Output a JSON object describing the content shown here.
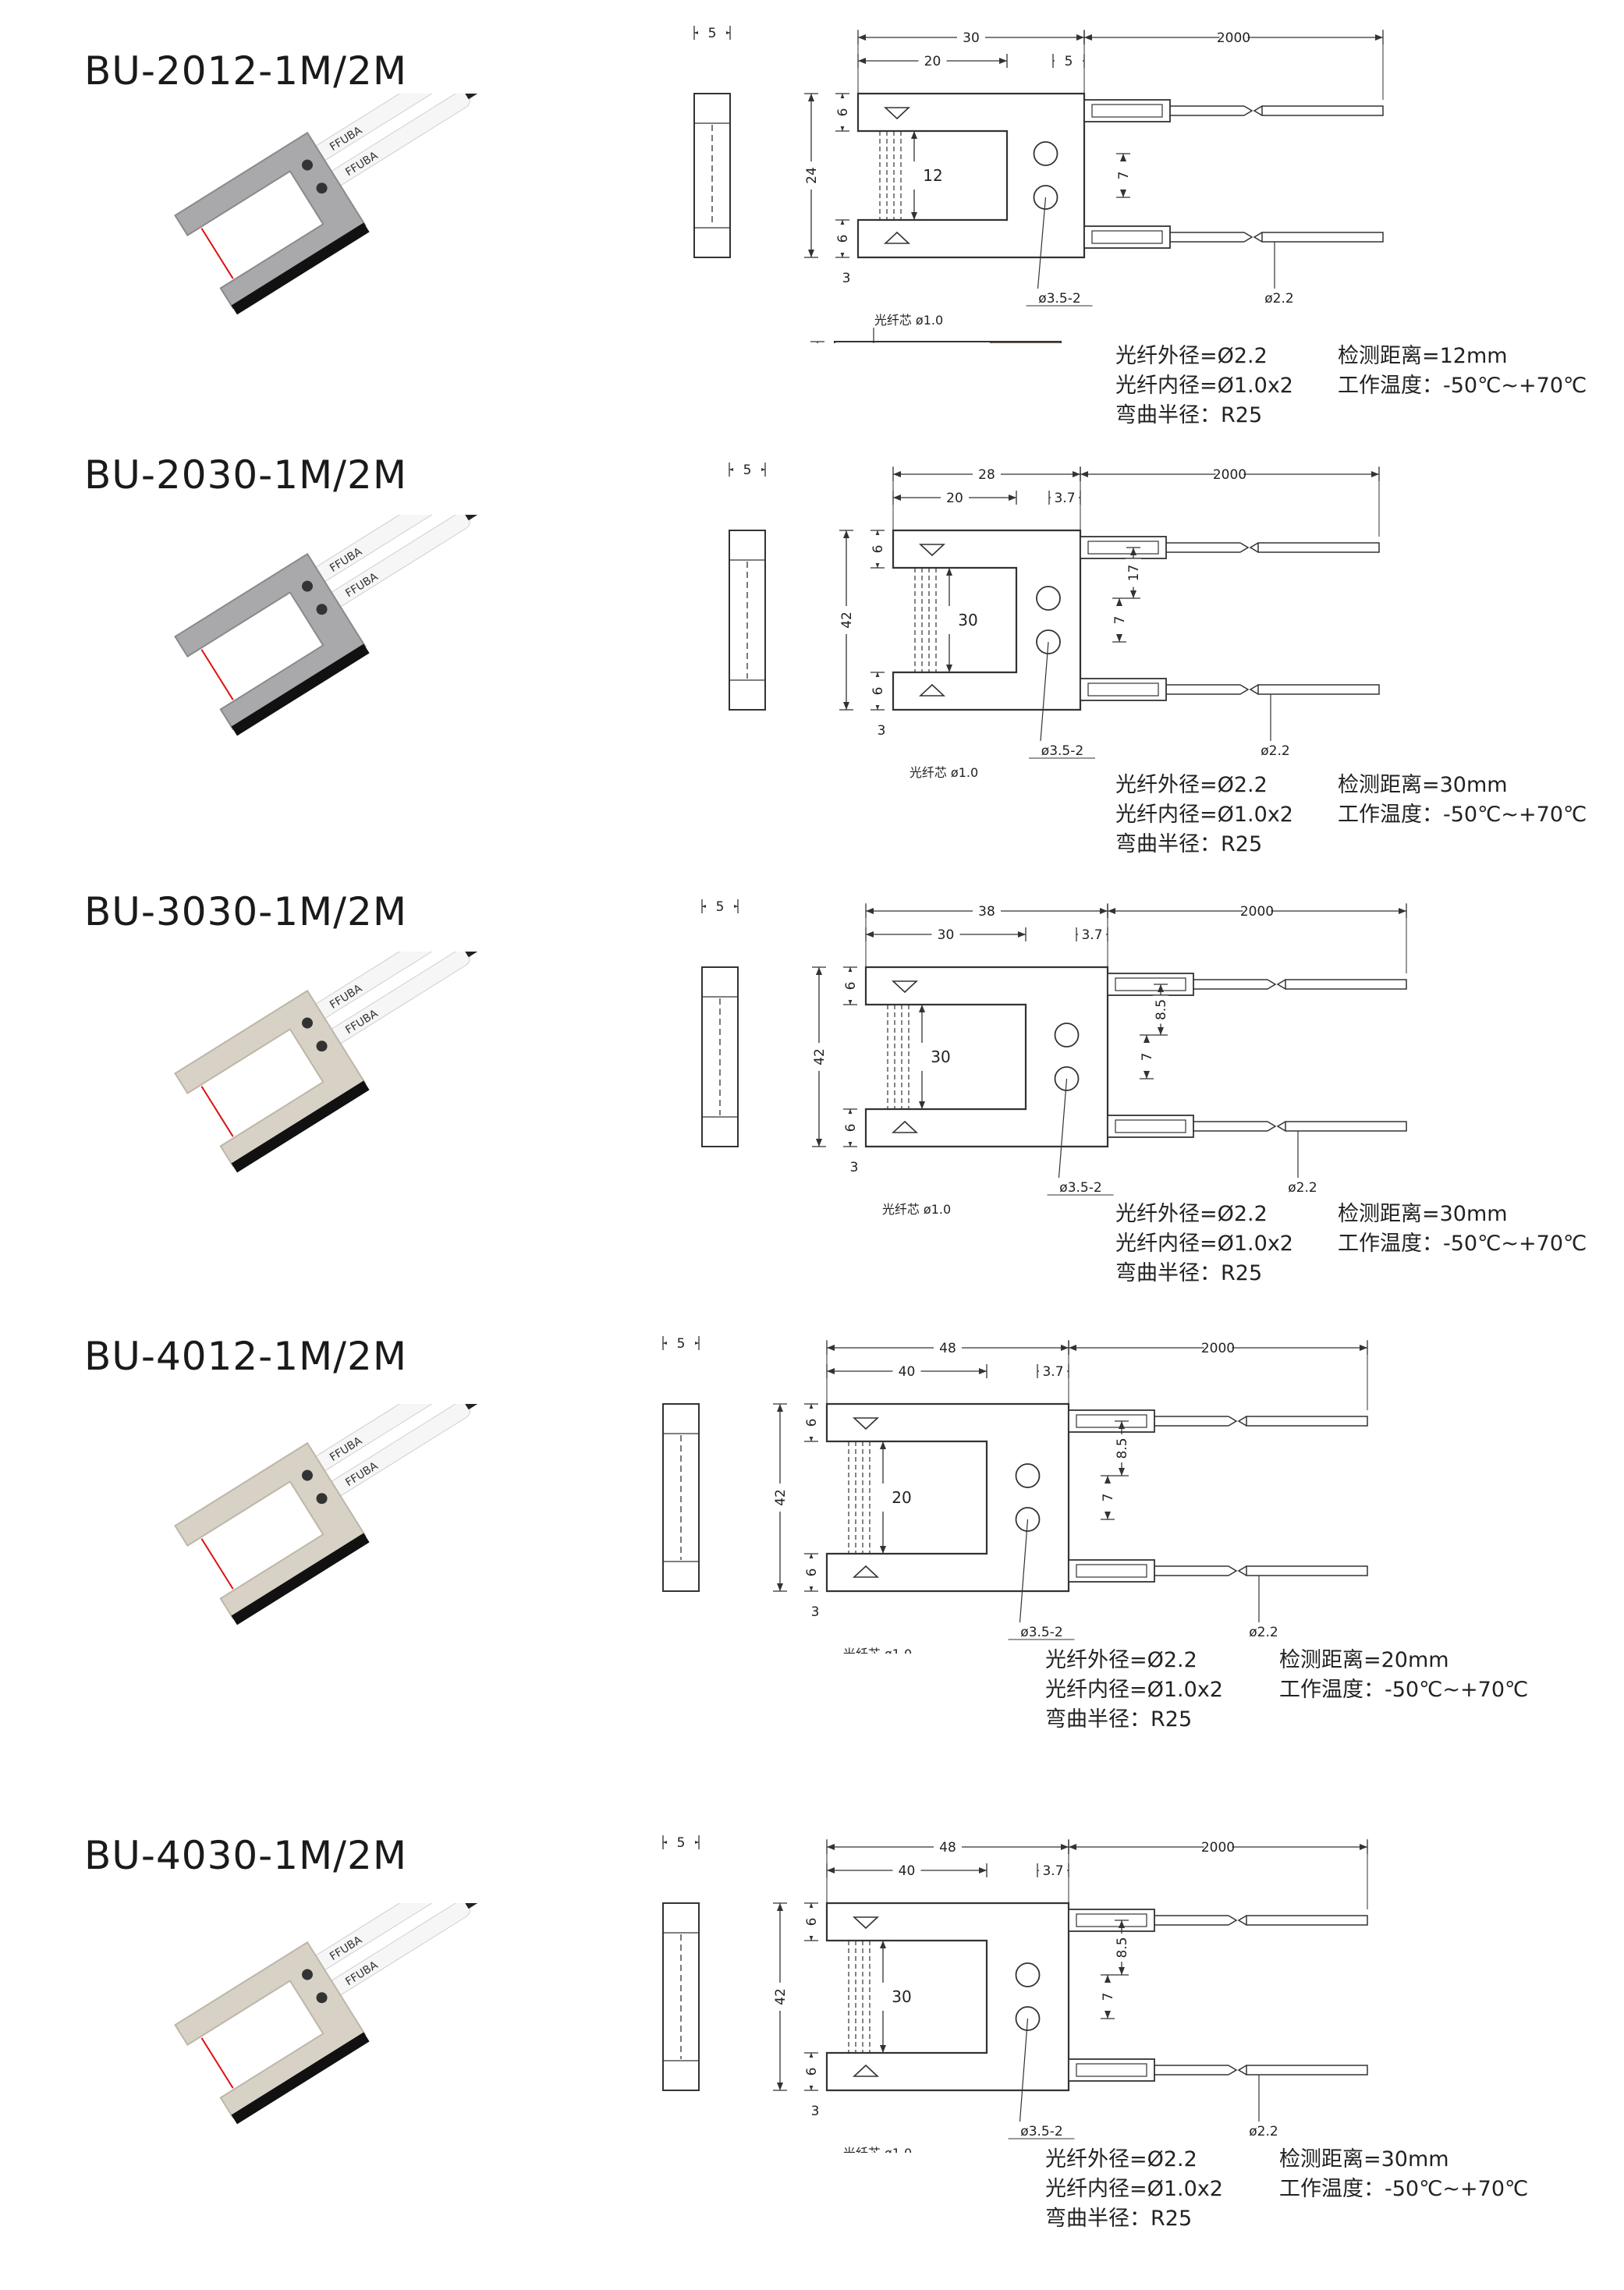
{
  "common": {
    "fiber_outer_label": "光纤外径=Ø2.2",
    "fiber_inner_label": "光纤内径=Ø1.0x2",
    "bend_radius_label": "弯曲半径：R25",
    "temp_label": "工作温度：-50℃~+70℃",
    "fiber_core_label": "光纤芯 ø1.0",
    "hole_label": "ø3.5-2",
    "cable_dia_label": "ø2.2",
    "cable_length": "2000",
    "thickness": "5",
    "gap_depth": "3",
    "arm_height": "6",
    "hole_spacing": "7",
    "brand_text": "FFUBA"
  },
  "products": [
    {
      "model": "BU-2012-1M/2M",
      "width": "30",
      "inner": "20",
      "offset": "5",
      "height": "24",
      "detect_width": "12",
      "hole_dim": "",
      "end_thickness": "5",
      "detect_label": "检测距离=12mm"
    },
    {
      "model": "BU-2030-1M/2M",
      "width": "28",
      "inner": "20",
      "offset": "3.7",
      "height": "42",
      "detect_width": "30",
      "hole_dim": "17",
      "end_thickness": "4.8",
      "detect_label": "检测距离=30mm"
    },
    {
      "model": "BU-3030-1M/2M",
      "width": "38",
      "inner": "30",
      "offset": "3.7",
      "height": "42",
      "detect_width": "30",
      "hole_dim": "8.5",
      "end_thickness": "5",
      "detect_label": "检测距离=30mm"
    },
    {
      "model": "BU-4012-1M/2M",
      "width": "48",
      "inner": "40",
      "offset": "3.7",
      "height": "42",
      "detect_width": "20",
      "hole_dim": "8.5",
      "end_thickness": "5",
      "detect_label": "检测距离=20mm"
    },
    {
      "model": "BU-4030-1M/2M",
      "width": "48",
      "inner": "40",
      "offset": "3.7",
      "height": "42",
      "detect_width": "30",
      "hole_dim": "8.5",
      "end_thickness": "5",
      "detect_label": "检测距离=30mm"
    }
  ]
}
